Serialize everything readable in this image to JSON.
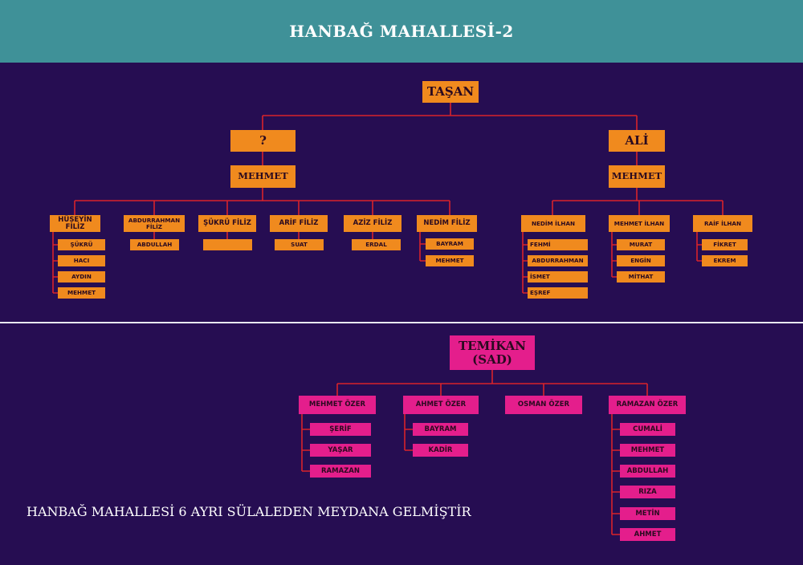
{
  "header": {
    "title": "HANBAĞ MAHALLESİ-2"
  },
  "tree1": {
    "root": "TAŞAN",
    "left_parent": "?",
    "left_son": "MEHMET",
    "left_children": [
      {
        "name": "HÜSEYİN FİLİZ",
        "children": [
          "ŞÜKRÜ",
          "HACI",
          "AYDIN",
          "MEHMET"
        ]
      },
      {
        "name": "ABDURRAHMAN FİLİZ",
        "children": [
          "ABDULLAH"
        ]
      },
      {
        "name": "ŞÜKRÜ FİLİZ",
        "children": [
          ""
        ]
      },
      {
        "name": "ARİF FİLİZ",
        "children": [
          "SUAT"
        ]
      },
      {
        "name": "AZİZ FİLİZ",
        "children": [
          "ERDAL"
        ]
      },
      {
        "name": "NEDİM FİLİZ",
        "children": [
          "BAYRAM",
          "MEHMET"
        ]
      }
    ],
    "right_parent": "ALİ",
    "right_son": "MEHMET",
    "right_children": [
      {
        "name": "NEDİM İLHAN",
        "children": [
          "FEHMİ",
          "ABDURRAHMAN",
          "İSMET",
          "EŞREF"
        ]
      },
      {
        "name": "MEHMET İLHAN",
        "children": [
          "MURAT",
          "ENGİN",
          "MİTHAT"
        ]
      },
      {
        "name": "RAİF İLHAN",
        "children": [
          "FİKRET",
          "EKREM"
        ]
      }
    ]
  },
  "tree2": {
    "root": "TEMİKAN (SAD)",
    "children": [
      {
        "name": "MEHMET ÖZER",
        "children": [
          "ŞERİF",
          "YAŞAR",
          "RAMAZAN"
        ]
      },
      {
        "name": "AHMET ÖZER",
        "children": [
          "BAYRAM",
          "KADİR"
        ]
      },
      {
        "name": "OSMAN ÖZER",
        "children": []
      },
      {
        "name": "RAMAZAN ÖZER",
        "children": [
          "CUMALİ",
          "MEHMET",
          "ABDULLAH",
          "RIZA",
          "METİN",
          "AHMET"
        ]
      }
    ]
  },
  "footer": {
    "text": "HANBAĞ MAHALLESİ 6 AYRI SÜLALEDEN MEYDANA GELMİŞTİR"
  },
  "colors": {
    "background": "#260d52",
    "header": "#3f9198",
    "orange": "#f08a1e",
    "pink": "#e41e8c",
    "line": "#d8232a"
  }
}
